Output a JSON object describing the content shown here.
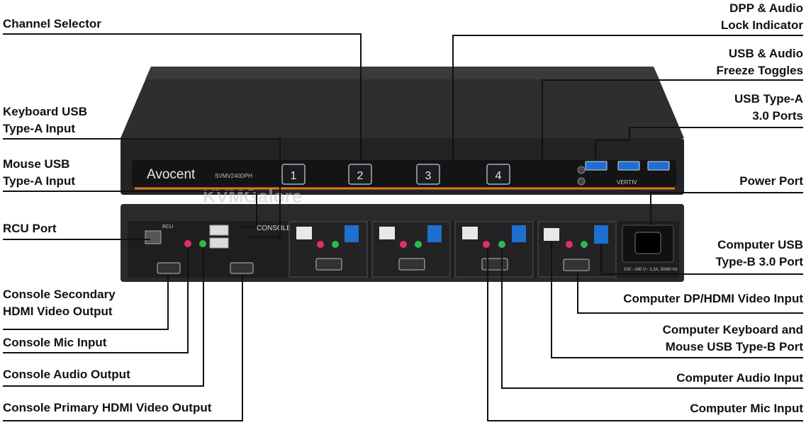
{
  "device": {
    "brand": "Avocent",
    "model": "SVMV240DPH",
    "maker": "VERTIV",
    "console_tag": "CONSOLE",
    "rcu_tag": "RCU",
    "power_rating": "100 - 240 V~ 1.2A, 50/60 Hz",
    "watermark": "KVMGalore",
    "channels": [
      "1",
      "2",
      "3",
      "4"
    ]
  },
  "callouts": {
    "left": [
      {
        "id": "channel-selector",
        "lines": [
          "Channel Selector"
        ]
      },
      {
        "id": "keyboard-usb",
        "lines": [
          "Keyboard USB",
          "Type-A Input"
        ]
      },
      {
        "id": "mouse-usb",
        "lines": [
          "Mouse USB",
          "Type-A Input"
        ]
      },
      {
        "id": "rcu-port",
        "lines": [
          "RCU Port"
        ]
      },
      {
        "id": "console-secondary-hdmi",
        "lines": [
          "Console Secondary",
          "HDMI Video Output"
        ]
      },
      {
        "id": "console-mic",
        "lines": [
          "Console Mic Input"
        ]
      },
      {
        "id": "console-audio",
        "lines": [
          "Console Audio Output"
        ]
      },
      {
        "id": "console-primary-hdmi",
        "lines": [
          "Console Primary HDMI Video Output"
        ]
      }
    ],
    "right": [
      {
        "id": "dpp-audio-lock",
        "lines": [
          "DPP & Audio",
          "Lock Indicator"
        ]
      },
      {
        "id": "usb-audio-freeze",
        "lines": [
          "USB & Audio",
          "Freeze Toggles"
        ]
      },
      {
        "id": "usb-type-a-30",
        "lines": [
          "USB Type-A",
          "3.0 Ports"
        ]
      },
      {
        "id": "power-port",
        "lines": [
          "Power Port"
        ]
      },
      {
        "id": "computer-usb-b30",
        "lines": [
          "Computer USB",
          "Type-B 3.0 Port"
        ]
      },
      {
        "id": "computer-dp-hdmi",
        "lines": [
          "Computer DP/HDMI Video Input"
        ]
      },
      {
        "id": "computer-kb-mouse",
        "lines": [
          "Computer Keyboard and",
          "Mouse USB Type-B Port"
        ]
      },
      {
        "id": "computer-audio",
        "lines": [
          "Computer Audio Input"
        ]
      },
      {
        "id": "computer-mic",
        "lines": [
          "Computer Mic Input"
        ]
      }
    ]
  },
  "colors": {
    "chassis": "#2b2b2d",
    "panel": "#1a1a1b",
    "accent_orange": "#d87a1e",
    "usb3_blue": "#1e6fd0",
    "mic_pink": "#e0306a",
    "audio_green": "#2fb84a",
    "leader": "#111111"
  }
}
